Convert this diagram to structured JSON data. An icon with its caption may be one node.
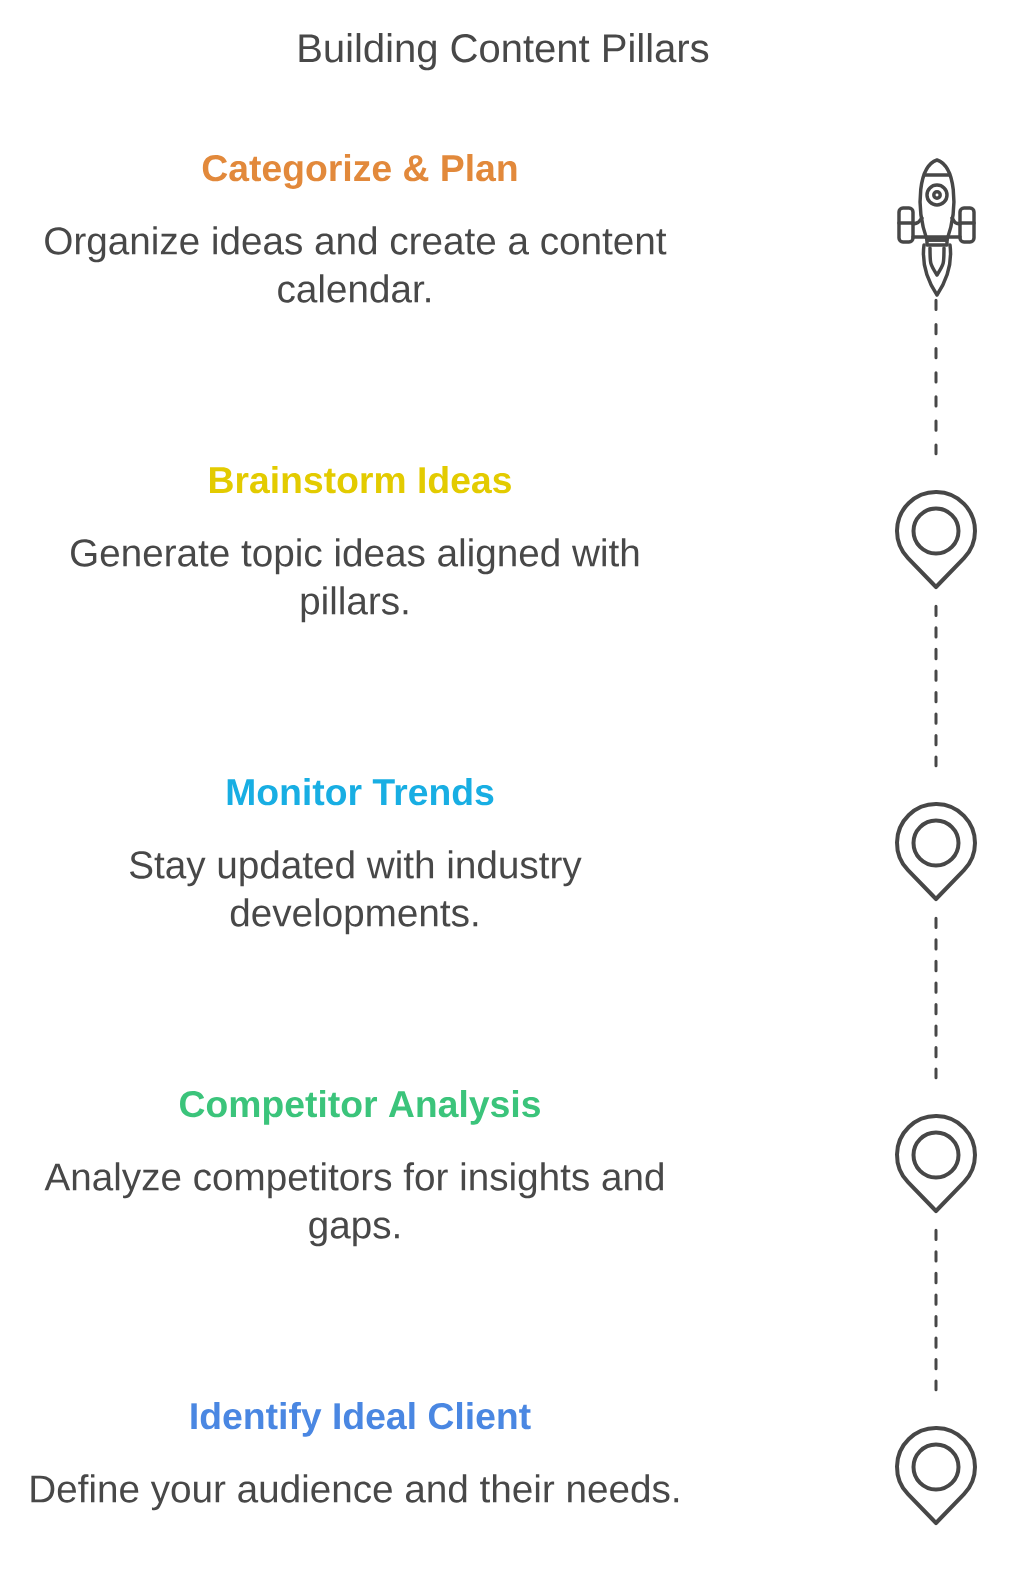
{
  "diagram": {
    "title": "Building Content Pillars",
    "nodes": [
      {
        "text": [],
        "shape": "picture",
        "beside": [
          "Categorize & Plan",
          "Organize ideas and create a content calendar."
        ]
      },
      {
        "text": [],
        "shape": "picture",
        "beside": [
          "Brainstorm Ideas",
          "Generate topic ideas aligned with pillars."
        ]
      },
      {
        "text": [],
        "shape": "picture",
        "beside": [
          "Monitor Trends",
          "Stay updated with industry developments."
        ]
      },
      {
        "text": [],
        "shape": "picture",
        "beside": [
          "Competitor Analysis",
          "Analyze competitors for insights and gaps."
        ]
      },
      {
        "text": [],
        "shape": "picture",
        "beside": [
          "Identify Ideal Client",
          "Define your audience and their needs."
        ]
      }
    ],
    "edges": [
      {
        "from": 0,
        "to": 1,
        "arrow": "none",
        "style": "dashed"
      },
      {
        "from": 1,
        "to": 2,
        "arrow": "none",
        "style": "dashed"
      },
      {
        "from": 2,
        "to": 3,
        "arrow": "none",
        "style": "dashed"
      },
      {
        "from": 3,
        "to": 4,
        "arrow": "none",
        "style": "dashed"
      }
    ]
  }
}
